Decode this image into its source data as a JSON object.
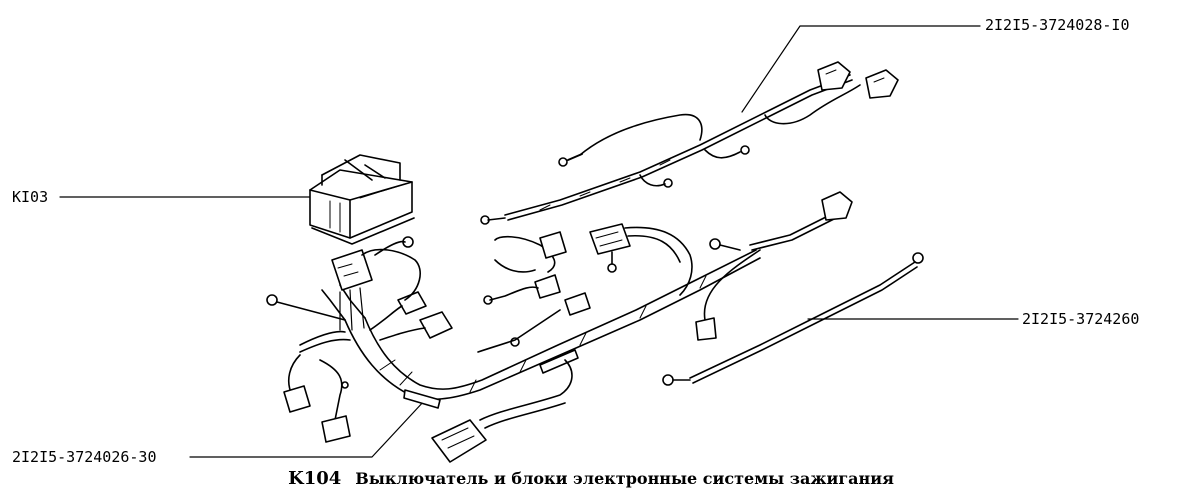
{
  "callouts": {
    "module": "KI03",
    "harness_upper": "2I2I5-3724028-I0",
    "harness_lower_right": "2I2I5-3724260",
    "harness_main": "2I2I5-3724026-30"
  },
  "caption": {
    "code": "K104",
    "title": "Выключатель и блоки электронные системы зажигания"
  },
  "colors": {
    "ink": "#000000",
    "background": "#ffffff"
  }
}
